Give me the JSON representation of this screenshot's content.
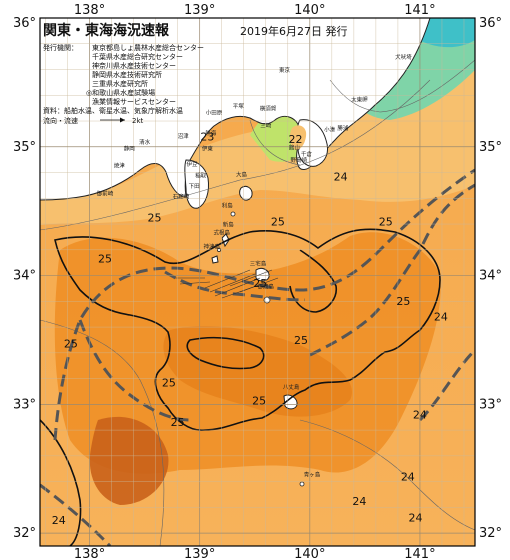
{
  "title": "関東・東海海況速報",
  "date": "2019年6月27日 発行",
  "issuers_label": "発行機関：",
  "issuers": [
    "東京都島しょ農林水産総合センター",
    "千葉県水産総合研究センター",
    "神奈川県水産技術センター",
    "静岡県水産技術研究所",
    "三重県水産研究所",
    "◎和歌山県水産試験場",
    "漁業情報サービスセンター"
  ],
  "materials": "資料：船舶水温、衛星水温、気象庁解析水温",
  "flow_label": "流向・流速",
  "flow_unit": "2kt",
  "lon_labels": [
    {
      "deg": 138,
      "text": "138°"
    },
    {
      "deg": 139,
      "text": "139°"
    },
    {
      "deg": 140,
      "text": "140°"
    },
    {
      "deg": 141,
      "text": "141°"
    }
  ],
  "lat_labels": [
    {
      "deg": 36,
      "text": "36°"
    },
    {
      "deg": 35,
      "text": "35°"
    },
    {
      "deg": 34,
      "text": "34°"
    },
    {
      "deg": 33,
      "text": "33°"
    },
    {
      "deg": 32,
      "text": "32°"
    }
  ],
  "isotherm_labels": [
    {
      "text": "23",
      "lon": 139.07,
      "lat": 35.05
    },
    {
      "text": "22",
      "lon": 139.87,
      "lat": 35.03
    },
    {
      "text": "24",
      "lon": 140.28,
      "lat": 34.74
    },
    {
      "text": "25",
      "lon": 138.59,
      "lat": 34.42
    },
    {
      "text": "25",
      "lon": 138.14,
      "lat": 34.1
    },
    {
      "text": "25",
      "lon": 139.71,
      "lat": 34.39
    },
    {
      "text": "25",
      "lon": 140.69,
      "lat": 34.39
    },
    {
      "text": "25",
      "lon": 139.55,
      "lat": 33.91
    },
    {
      "text": "25",
      "lon": 140.85,
      "lat": 33.77
    },
    {
      "text": "24",
      "lon": 141.19,
      "lat": 33.65
    },
    {
      "text": "25",
      "lon": 137.83,
      "lat": 33.44
    },
    {
      "text": "25",
      "lon": 139.92,
      "lat": 33.47
    },
    {
      "text": "25",
      "lon": 138.72,
      "lat": 33.14
    },
    {
      "text": "25",
      "lon": 139.54,
      "lat": 33.0
    },
    {
      "text": "25",
      "lon": 138.8,
      "lat": 32.83
    },
    {
      "text": "24",
      "lon": 141.0,
      "lat": 32.89
    },
    {
      "text": "24",
      "lon": 140.89,
      "lat": 32.41
    },
    {
      "text": "24",
      "lon": 140.45,
      "lat": 32.22
    },
    {
      "text": "24",
      "lon": 140.96,
      "lat": 32.09
    },
    {
      "text": "24",
      "lon": 137.72,
      "lat": 32.07
    }
  ],
  "place_names": [
    {
      "text": "静岡",
      "lon": 138.36,
      "lat": 34.97
    },
    {
      "text": "清水",
      "lon": 138.5,
      "lat": 35.02
    },
    {
      "text": "御前崎",
      "lon": 138.14,
      "lat": 34.62
    },
    {
      "text": "焼津",
      "lon": 138.27,
      "lat": 34.84
    },
    {
      "text": "沼津",
      "lon": 138.85,
      "lat": 35.07
    },
    {
      "text": "伊東",
      "lon": 139.07,
      "lat": 34.97
    },
    {
      "text": "伊豆",
      "lon": 138.93,
      "lat": 34.85
    },
    {
      "text": "下田",
      "lon": 138.95,
      "lat": 34.68
    },
    {
      "text": "石廊崎",
      "lon": 138.83,
      "lat": 34.6
    },
    {
      "text": "稲取",
      "lon": 139.01,
      "lat": 34.76
    },
    {
      "text": "熱海",
      "lon": 139.1,
      "lat": 35.09
    },
    {
      "text": "小田原",
      "lon": 139.13,
      "lat": 35.25
    },
    {
      "text": "平塚",
      "lon": 139.35,
      "lat": 35.3
    },
    {
      "text": "横須賀",
      "lon": 139.62,
      "lat": 35.28
    },
    {
      "text": "東京",
      "lon": 139.77,
      "lat": 35.58
    },
    {
      "text": "館山",
      "lon": 139.86,
      "lat": 34.98
    },
    {
      "text": "千倉",
      "lon": 139.97,
      "lat": 34.93
    },
    {
      "text": "勝浦",
      "lon": 140.3,
      "lat": 35.13
    },
    {
      "text": "小湊",
      "lon": 140.18,
      "lat": 35.12
    },
    {
      "text": "太東岬",
      "lon": 140.45,
      "lat": 35.35
    },
    {
      "text": "野島崎",
      "lon": 139.9,
      "lat": 34.88
    },
    {
      "text": "犬吠埼",
      "lon": 140.85,
      "lat": 35.68
    },
    {
      "text": "三崎",
      "lon": 139.6,
      "lat": 35.15
    },
    {
      "text": "大島",
      "lon": 139.38,
      "lat": 34.77
    },
    {
      "text": "利島",
      "lon": 139.25,
      "lat": 34.53
    },
    {
      "text": "新島",
      "lon": 139.26,
      "lat": 34.38
    },
    {
      "text": "式根島",
      "lon": 139.2,
      "lat": 34.32
    },
    {
      "text": "神津島",
      "lon": 139.11,
      "lat": 34.21
    },
    {
      "text": "三宅島",
      "lon": 139.53,
      "lat": 34.08
    },
    {
      "text": "御蔵島",
      "lon": 139.6,
      "lat": 33.9
    },
    {
      "text": "八丈島",
      "lon": 139.83,
      "lat": 33.12
    },
    {
      "text": "青ヶ島",
      "lon": 140.02,
      "lat": 32.44
    }
  ]
}
